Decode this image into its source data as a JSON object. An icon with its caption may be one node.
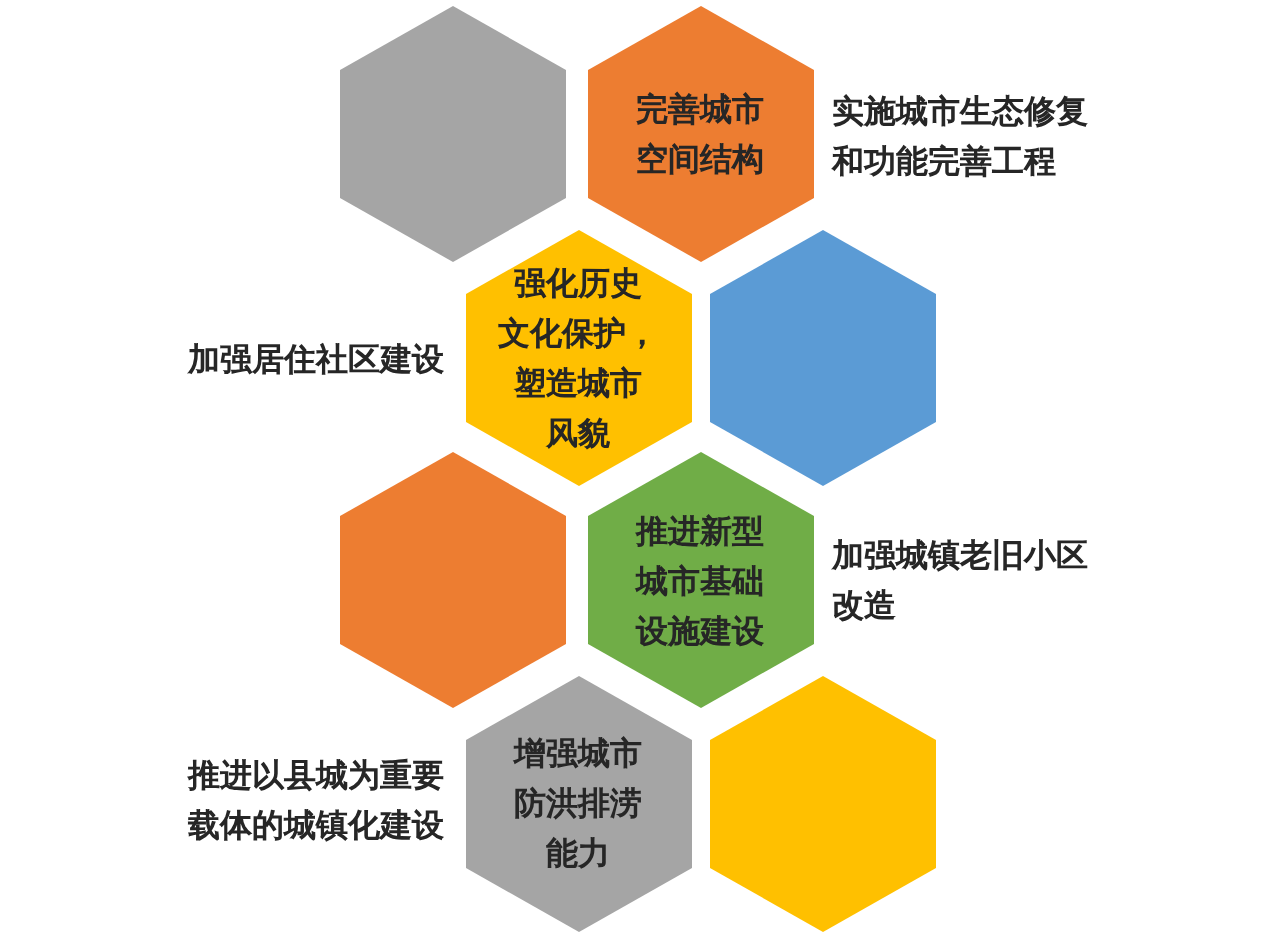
{
  "diagram": {
    "nodes": [
      {
        "text": [],
        "shape": "hexagon"
      },
      {
        "text": [
          "完善城市空间结构"
        ],
        "beside": [
          "实施城市生态修复和功能完善工程"
        ]
      },
      {
        "text": [
          "强化历史文化保护，塑造城市风貌"
        ],
        "beside": [
          "加强居住社区建设"
        ]
      },
      {
        "text": [],
        "shape": "hexagon"
      },
      {
        "text": [],
        "shape": "hexagon"
      },
      {
        "text": [
          "推进新型城市基础设施建设"
        ],
        "beside": [
          "加强城镇老旧小区改造"
        ]
      },
      {
        "text": [
          "增强城市防洪排涝能力"
        ],
        "beside": [
          "推进以县城为重要载体的城镇化建设"
        ]
      },
      {
        "text": [],
        "shape": "hexagon"
      }
    ]
  }
}
